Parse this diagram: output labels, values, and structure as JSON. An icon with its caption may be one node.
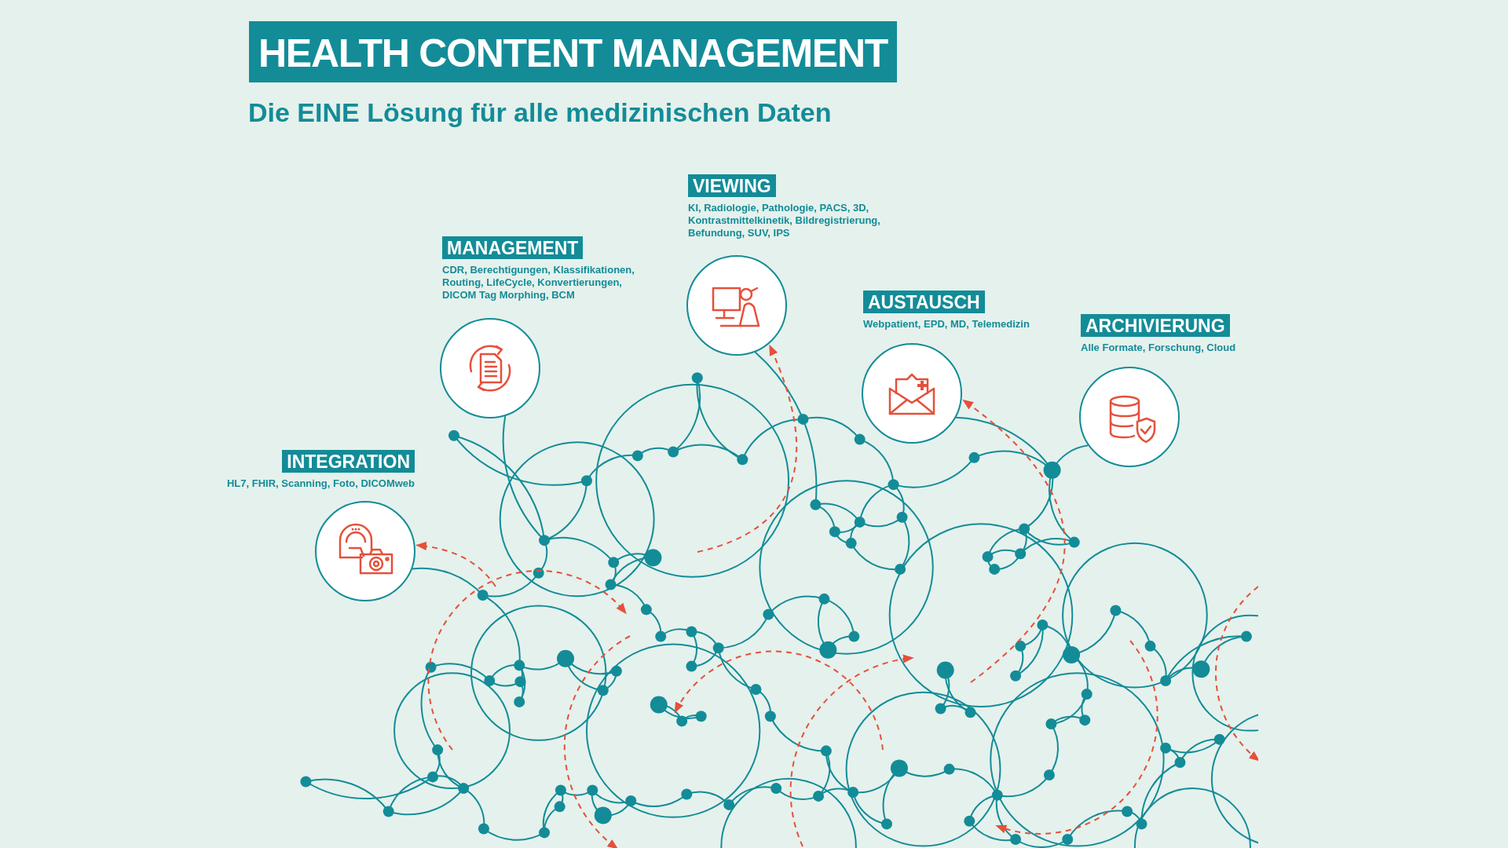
{
  "diagram": {
    "title": "HEALTH CONTENT MANAGEMENT",
    "caption": "Die EINE Lösung für alle medizinischen Daten",
    "nodes": [
      {
        "text": [
          "VIEWING",
          "KI, Radiologie, Pathologie, PACS, 3D, Kontrastmittelkinetik, Bildregistrierung, Befundung, SUV, IPS"
        ]
      },
      {
        "text": [
          "MANAGEMENT",
          "CDR, Berechtigungen, Klassifikationen, Routing, LifeCycle, Konvertierungen, DICOM Tag Morphing, BCM"
        ]
      },
      {
        "text": [
          "AUSTAUSCH",
          "Webpatient, EPD, MD, Telemedizin"
        ]
      },
      {
        "text": [
          "ARCHIVIERUNG",
          "Alle Formate, Forschung, Cloud"
        ]
      },
      {
        "text": [
          "INTEGRATION",
          "HL7, FHIR, Scanning, Foto, DICOMweb"
        ]
      }
    ],
    "edges": [
      {
        "from": null,
        "to": 4,
        "arrow": "to",
        "style": "dashed"
      },
      {
        "from": null,
        "to": 0,
        "arrow": "to",
        "style": "dashed"
      },
      {
        "from": null,
        "to": 2,
        "arrow": "to",
        "style": "dashed"
      }
    ]
  }
}
